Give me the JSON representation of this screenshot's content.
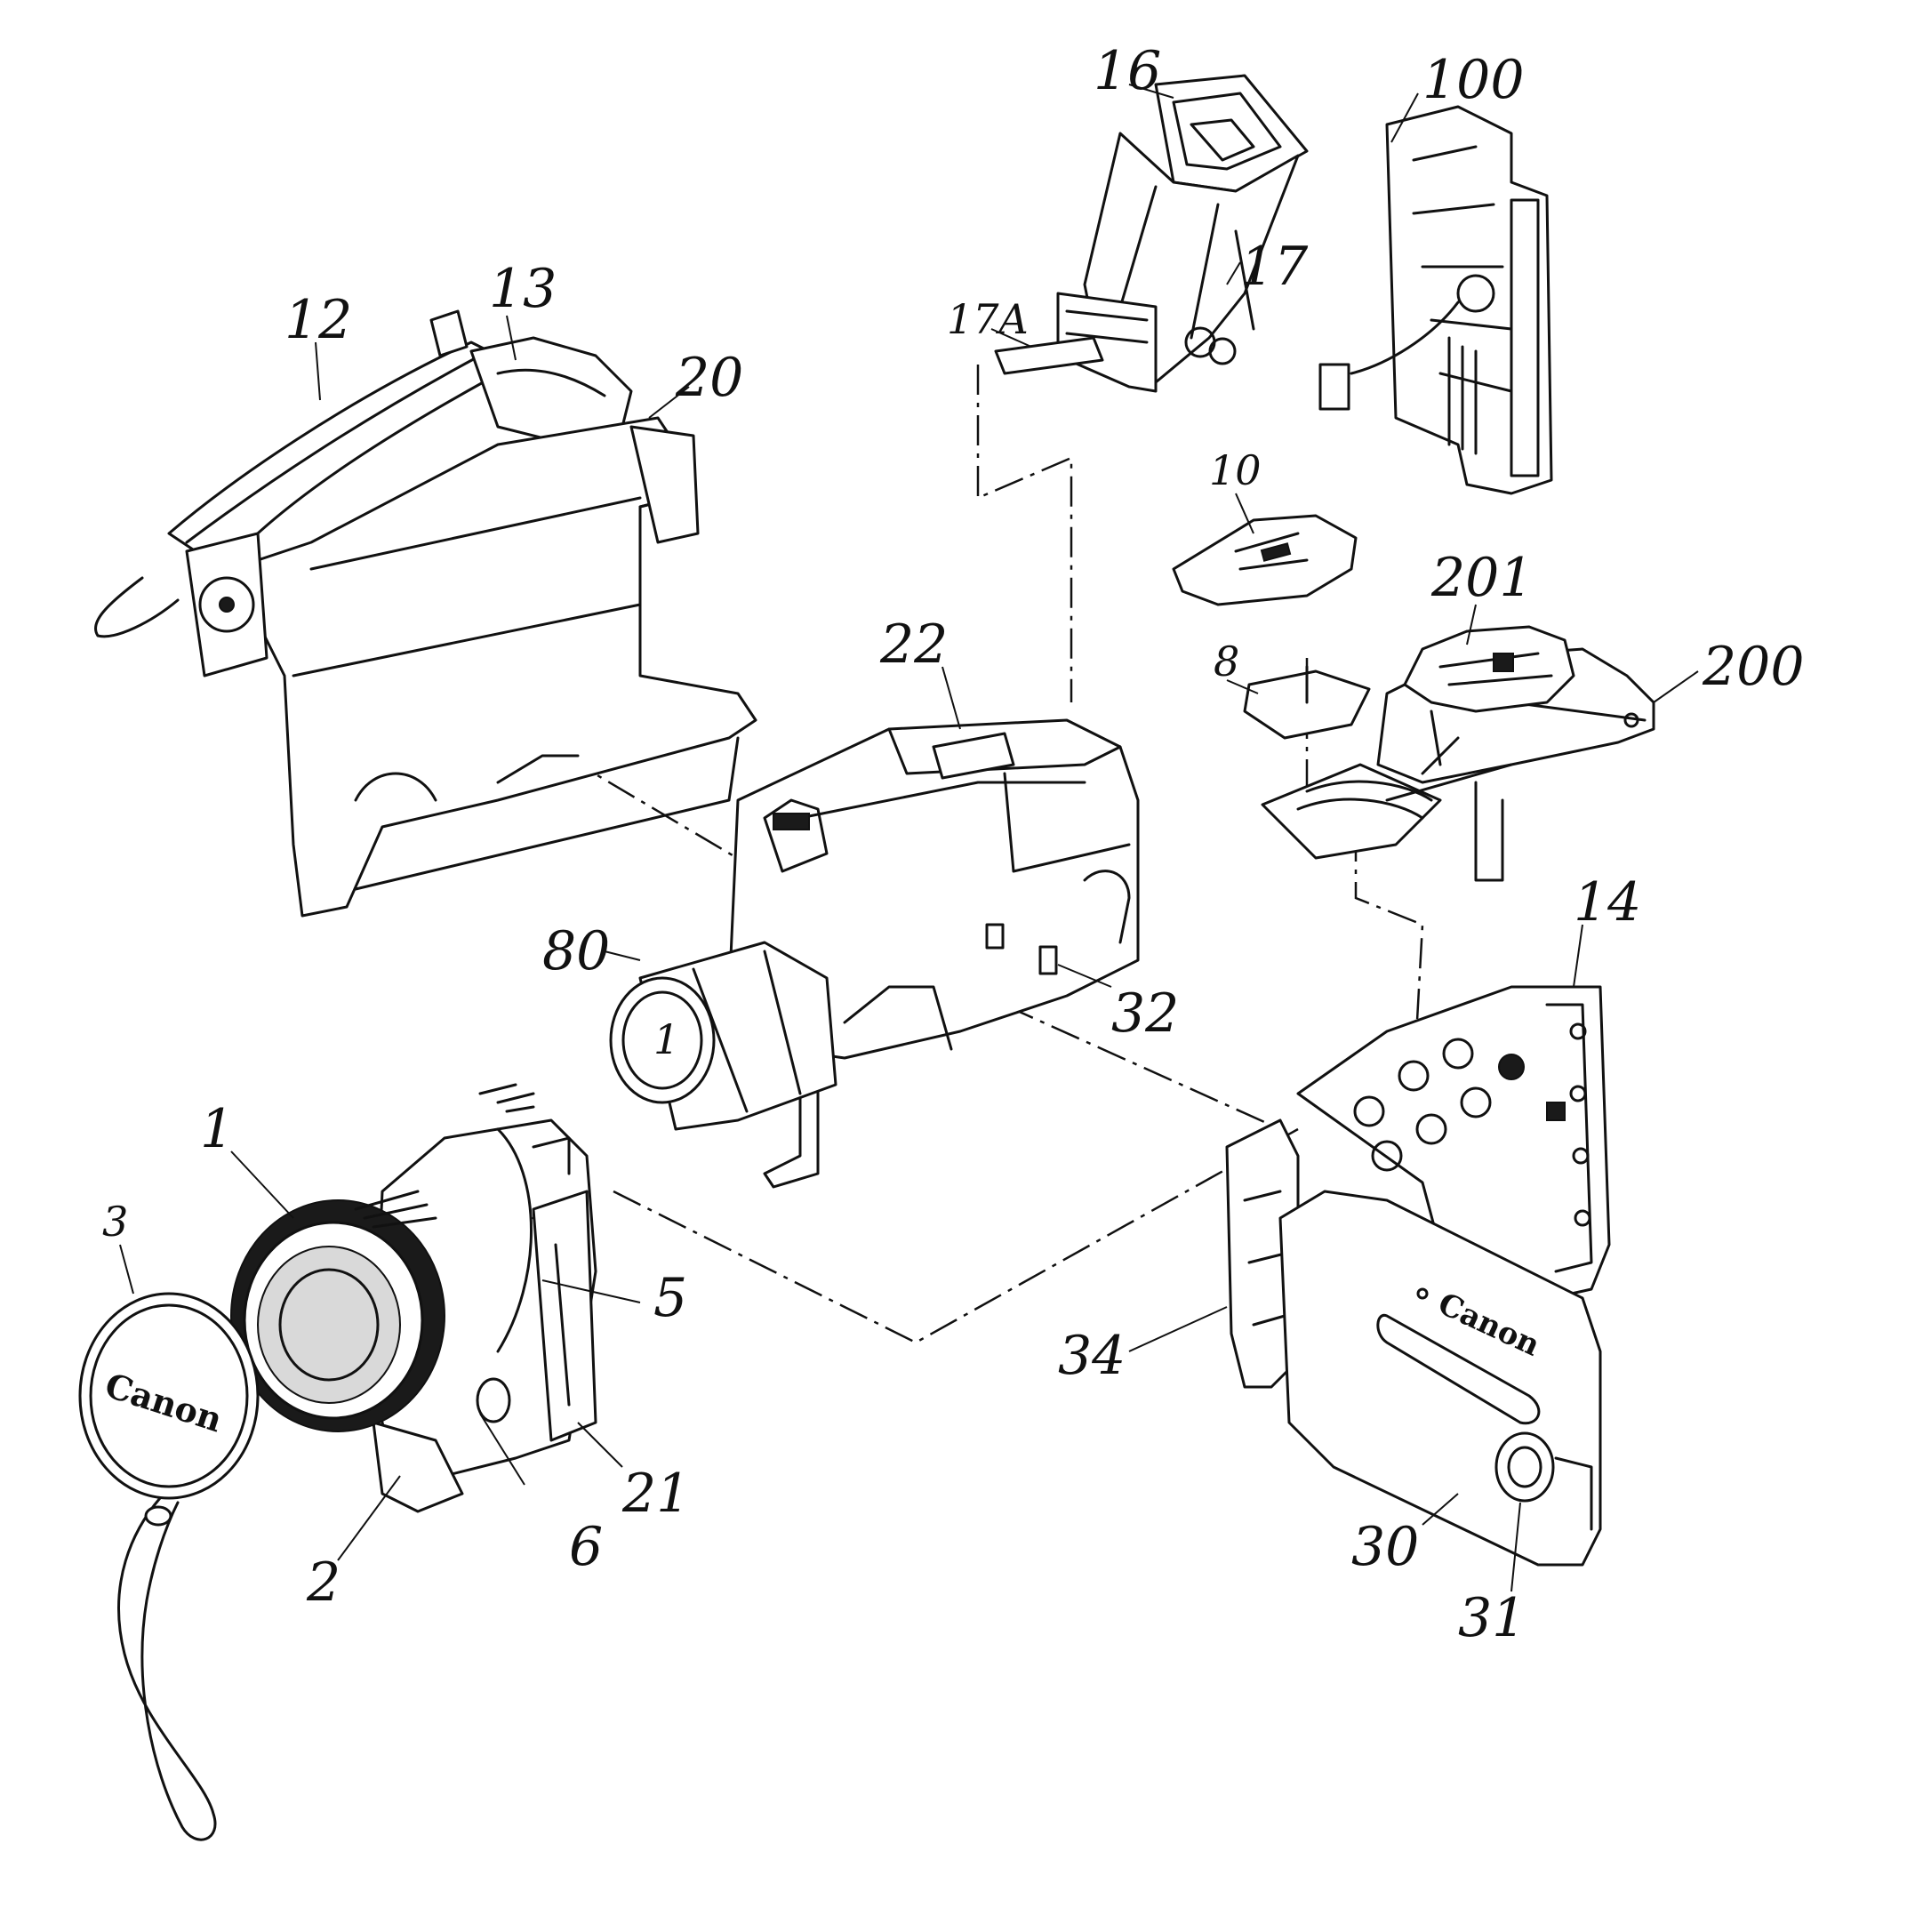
{
  "labels": {
    "l1": "1",
    "l2": "2",
    "l3": "3",
    "l5": "5",
    "l6": "6",
    "l8": "8",
    "l10": "10",
    "l12": "12",
    "l13": "13",
    "l14": "14",
    "l16": "16",
    "l17": "17",
    "l17a": "17A",
    "l20": "20",
    "l21": "21",
    "l22": "22",
    "l30": "30",
    "l31": "31",
    "l32": "32",
    "l34": "34",
    "l80": "80",
    "l100": "100",
    "l200": "200",
    "l201": "201",
    "lens_mark": "1"
  },
  "logos": {
    "lens_cap": "Canon",
    "side_panel": "Canon"
  }
}
